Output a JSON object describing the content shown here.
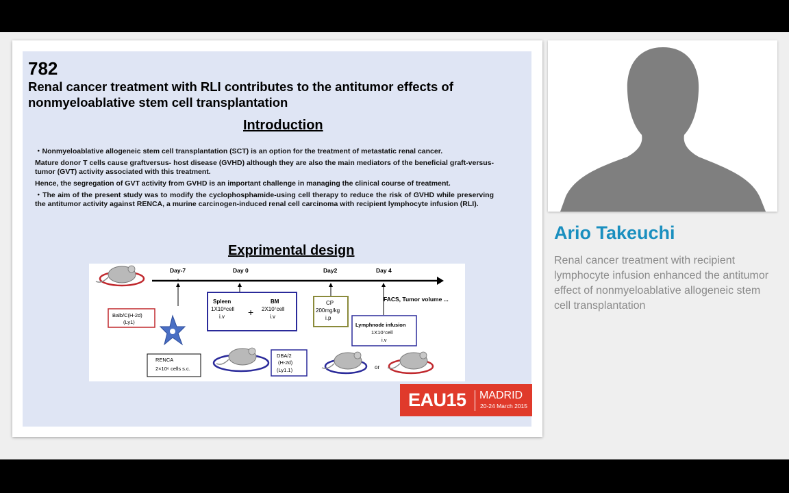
{
  "slide": {
    "number": "782",
    "title": "Renal cancer treatment with RLI contributes to the antitumor effects of nonmyeloablative stem cell transplantation",
    "intro_heading": "Introduction",
    "intro_paragraphs": [
      "・Nonmyeloablative allogeneic stem cell transplantation (SCT) is an option for the treatment of metastatic renal cancer.",
      "Mature donor T cells cause graftversus- host disease (GVHD) although they are also the main mediators of  the beneficial graft-versus-tumor (GVT) activity associated with this treatment.",
      "Hence, the segregation of GVT activity from GVHD is an important challenge in managing the clinical course of treatment.",
      "・The aim of the present study was to modify the cyclophosphamide-using cell therapy to reduce the risk of GVHD while preserving the antitumor activity against RENCA, a murine carcinogen-induced renal cell carcinoma with recipient lymphocyte infusion (RLI)."
    ],
    "design_heading": "Exprimental design",
    "design": {
      "days": [
        "Day-7",
        "Day 0",
        "Day2",
        "Day 4"
      ],
      "recipient_line1": "Balb/C(H-2d)",
      "recipient_line2": "(Ly1)",
      "renca_line1": "RENCA",
      "renca_line2": "2×10⁶ cells s.c.",
      "spleen_line1": "Spleen",
      "spleen_line2": "1X10⁸cell",
      "spleen_line3": "i.v",
      "plus": "+",
      "bm_line1": "BM",
      "bm_line2": "2X10⁷cell",
      "bm_line3": "i.v",
      "cp_line1": "CP",
      "cp_line2": "200mg/kg",
      "cp_line3": "i.p",
      "facs": "FACS, Tumor volume ...",
      "lymph_line1": "Lymphnode infusion",
      "lymph_line2": "1X10⁷cell",
      "lymph_line3": "i.v",
      "dba_line1": "DBA/2",
      "dba_line2": "(H-2d)",
      "dba_line3": "(Ly1.1)",
      "or": "or"
    },
    "logo": {
      "main": "EAU15",
      "city": "MADRID",
      "dates": "20-24 March 2015"
    }
  },
  "speaker": {
    "name": "Ario Takeuchi",
    "talk_title": "Renal cancer treatment with recipient lymphocyte infusion enhanced the antitumor effect of nonmyeloablative allogeneic stem cell transplantation"
  },
  "colors": {
    "slide_bg": "#dfe5f4",
    "name_blue": "#1a8fbf",
    "logo_red": "#e03a2b",
    "recipient_red": "#c0282d",
    "donor_blue": "#2a2a9a",
    "cp_olive": "#8a8a3a"
  }
}
